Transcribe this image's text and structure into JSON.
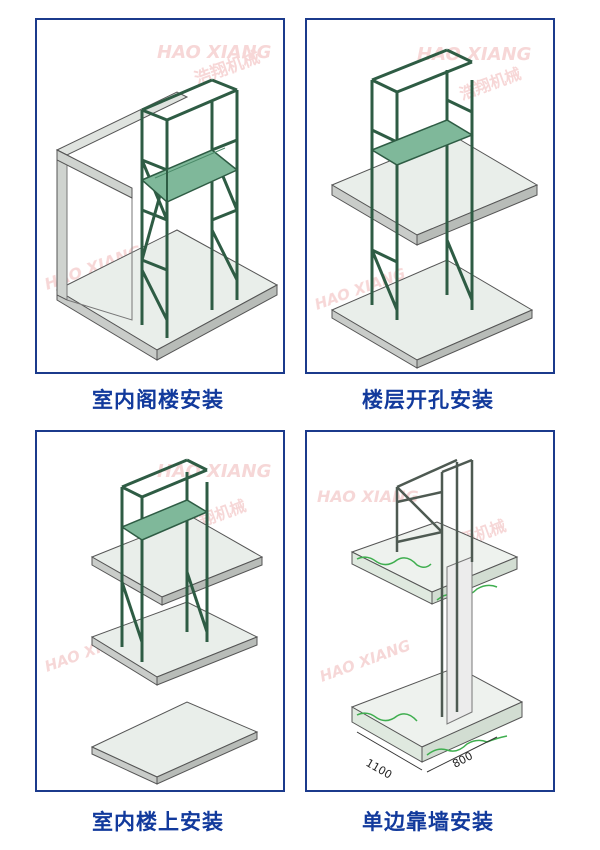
{
  "panels": [
    {
      "caption": "室内阁楼安装"
    },
    {
      "caption": "楼层开孔安装"
    },
    {
      "caption": "室内楼上安装"
    },
    {
      "caption": "单边靠墙安装"
    }
  ],
  "watermark": {
    "en": "HAO XIANG",
    "cn": "浩翔机械"
  },
  "dimensions": {
    "depth": "1100",
    "width": "800"
  },
  "colors": {
    "frame_border": "#1b3a8c",
    "caption": "#123a9c",
    "steel": "#2e5c44",
    "platform_fill": "#e9eeea",
    "watermark": "#f0b7b7",
    "wall_pattern": "#3fae4f"
  }
}
